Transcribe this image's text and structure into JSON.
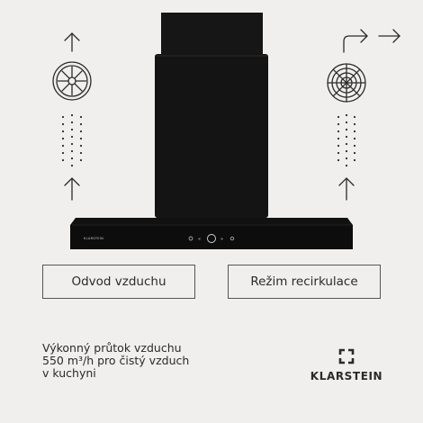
{
  "hood": {
    "brand_label": "KLARSTEIN"
  },
  "modes": {
    "left_label": "Odvod vzduchu",
    "right_label": "Režim recirkulace"
  },
  "description": {
    "line1": "Výkonný průtok vzduchu",
    "line2": "550 m³/h pro čistý vzduch",
    "line3": "v kuchyni"
  },
  "logo": {
    "text": "KLARSTEIN",
    "icon": "klarstein-logo-icon"
  },
  "icons": {
    "left_fan": "fan-icon",
    "right_filter": "filter-icon",
    "arrows": "arrow-up-icon",
    "recirculation_arrows": "arrow-right-icon"
  },
  "colors": {
    "background": "#f0efed",
    "hood": "#141414",
    "line": "#2a2a2a"
  }
}
